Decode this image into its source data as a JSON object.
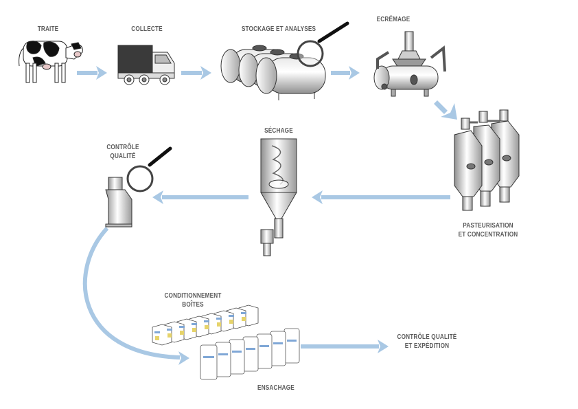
{
  "steps": {
    "traite": {
      "label": "TRAITE"
    },
    "collecte": {
      "label": "COLLECTE"
    },
    "stockage": {
      "label": "STOCKAGE ET ANALYSES"
    },
    "ecremage": {
      "label": "ECRÉMAGE"
    },
    "pasteurisation": {
      "line1": "PASTEURISATION",
      "line2": "ET CONCENTRATION"
    },
    "sechage": {
      "label": "SÉCHAGE"
    },
    "controle": {
      "line1": "CONTRÔLE",
      "line2": "QUALITÉ"
    },
    "conditionnement": {
      "line1": "CONDITIONNEMENT",
      "line2": "BOÎTES"
    },
    "ensachage": {
      "label": "ENSACHAGE"
    },
    "expedition": {
      "line1": "CONTRÔLE QUALITÉ",
      "line2": "ET EXPÉDITION"
    }
  },
  "colors": {
    "arrow": "#a9c8e4",
    "outline": "#333333",
    "label": "#5a5a5a",
    "metal_light": "#f2f2f2",
    "metal_dark": "#9a9a9a"
  }
}
